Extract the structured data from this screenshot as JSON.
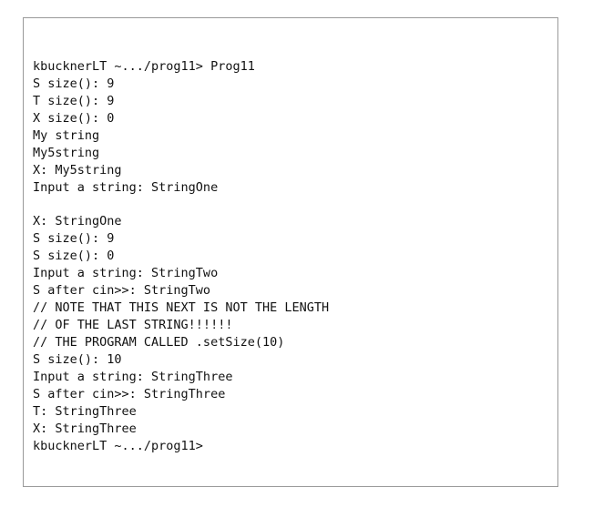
{
  "terminal": {
    "lines": [
      "kbucknerLT ~.../prog11> Prog11",
      "S size(): 9",
      "T size(): 9",
      "X size(): 0",
      "My string",
      "My5string",
      "X: My5string",
      "Input a string: StringOne",
      "",
      "X: StringOne",
      "S size(): 9",
      "S size(): 0",
      "Input a string: StringTwo",
      "S after cin>>: StringTwo",
      "// NOTE THAT THIS NEXT IS NOT THE LENGTH",
      "// OF THE LAST STRING!!!!!!",
      "// THE PROGRAM CALLED .setSize(10)",
      "S size(): 10",
      "Input a string: StringThree",
      "S after cin>>: StringThree",
      "T: StringThree",
      "X: StringThree",
      "kbucknerLT ~.../prog11>"
    ]
  }
}
